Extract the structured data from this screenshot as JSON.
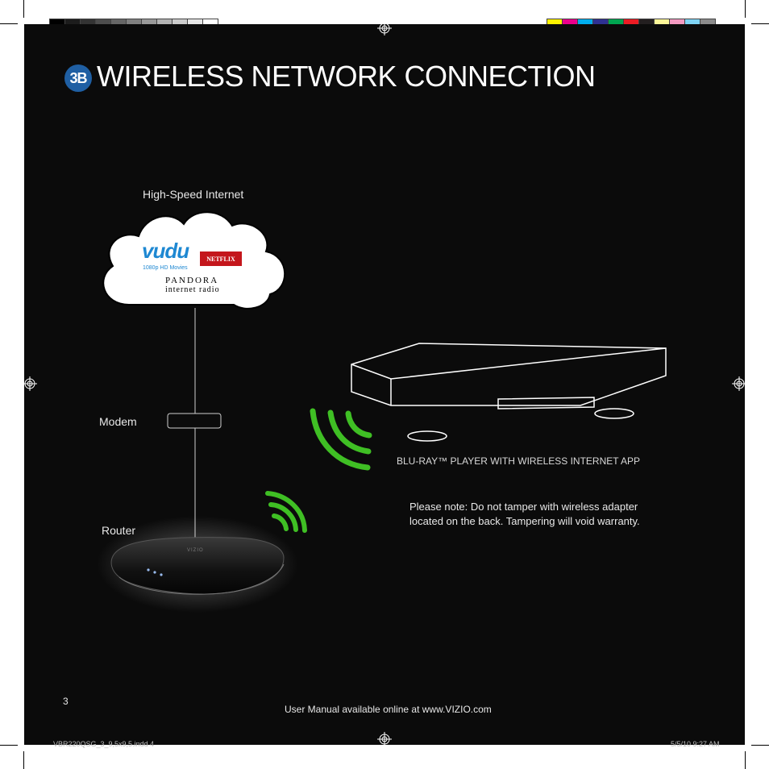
{
  "header": {
    "section_number": "3B",
    "title": "WIRELESS NETWORK CONNECTION"
  },
  "diagram": {
    "internet_label": "High-Speed Internet",
    "modem_label": "Modem",
    "router_label": "Router",
    "player_caption": "BLU-RAY™ PLAYER WITH WIRELESS INTERNET APP",
    "router_brand": "VIZIO",
    "cloud": {
      "vudu_logo": "vudu",
      "vudu_sub": "1080p HD Movies",
      "netflix_logo": "NETFLIX",
      "pandora_logo": "PANDORA",
      "pandora_sub": "internet radio"
    }
  },
  "note": {
    "line1": "Please note: Do not tamper with wireless adapter",
    "line2": "located on the back. Tampering will void warranty."
  },
  "footer": {
    "page_number": "3",
    "manual_text": "User Manual available online at www.VIZIO.com"
  },
  "print_marks": {
    "slug_left": "VBR220QSG_3_9,5x9,5.indd   4",
    "slug_right": "5/5/10   9:27 AM"
  },
  "colors": {
    "background": "#0b0b0b",
    "badge": "#1f5fa3",
    "wifi_waves": "#3fbf24",
    "netflix": "#c4161c",
    "vudu": "#1e88d2",
    "swatches_gray": [
      "#000000",
      "#1c1c1c",
      "#333333",
      "#4d4d4d",
      "#666666",
      "#808080",
      "#999999",
      "#b3b3b3",
      "#cccccc",
      "#e6e6e6",
      "#ffffff"
    ],
    "swatches_color": [
      "#fff200",
      "#ec008c",
      "#00aeef",
      "#2e3192",
      "#00a651",
      "#ed1c24",
      "#231f20",
      "#fff799",
      "#f49ac1",
      "#7fd4f5",
      "#8c8c8c"
    ]
  }
}
